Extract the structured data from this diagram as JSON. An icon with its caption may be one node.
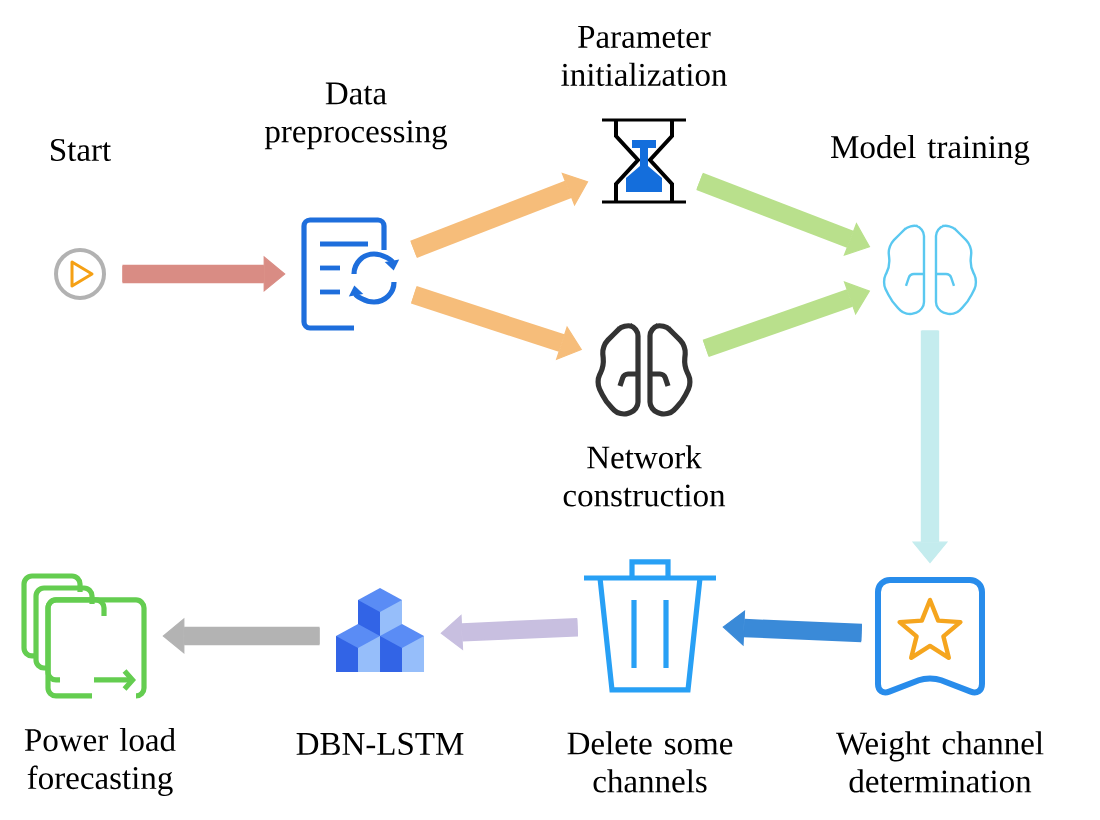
{
  "diagram": {
    "nodes": [
      {
        "text": [
          "Start"
        ]
      },
      {
        "text": [
          "Data preprocessing"
        ]
      },
      {
        "text": [
          "Parameter initialization"
        ]
      },
      {
        "text": [
          "Network construction"
        ]
      },
      {
        "text": [
          "Model training"
        ]
      },
      {
        "text": [
          "Weight channel determination"
        ]
      },
      {
        "text": [
          "Delete some channels"
        ]
      },
      {
        "text": [
          "DBN-LSTM"
        ]
      },
      {
        "text": [
          "Power load forecasting"
        ]
      }
    ],
    "edges": [
      {
        "from": 0,
        "to": 1,
        "arrow": "to",
        "color": "#d98c84"
      },
      {
        "from": 1,
        "to": 2,
        "arrow": "to",
        "color": "#f6bd7a"
      },
      {
        "from": 1,
        "to": 3,
        "arrow": "to",
        "color": "#f6bd7a"
      },
      {
        "from": 2,
        "to": 4,
        "arrow": "to",
        "color": "#b9e08c"
      },
      {
        "from": 3,
        "to": 4,
        "arrow": "to",
        "color": "#b9e08c"
      },
      {
        "from": 4,
        "to": 5,
        "arrow": "to",
        "color": "#c4ecee"
      },
      {
        "from": 5,
        "to": 6,
        "arrow": "to",
        "color": "#3a8ad8"
      },
      {
        "from": 6,
        "to": 7,
        "arrow": "to",
        "color": "#c8bfe0"
      },
      {
        "from": 7,
        "to": 8,
        "arrow": "to",
        "color": "#b3b3b3"
      }
    ]
  }
}
